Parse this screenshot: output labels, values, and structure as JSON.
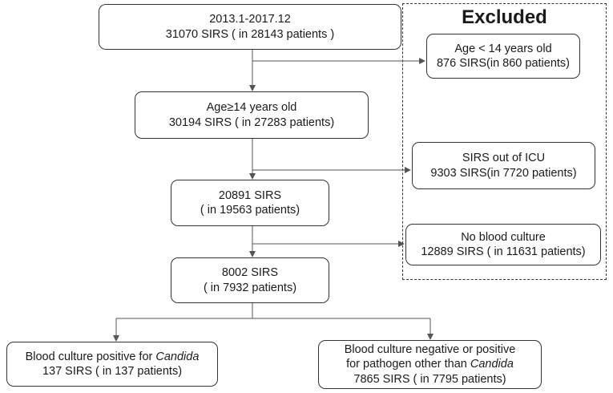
{
  "excluded_title": "Excluded",
  "boxes": {
    "start": [
      "2013.1-2017.12",
      "31070 SIRS ( in 28143 patients )"
    ],
    "age_ge14": [
      "Age≥14 years old",
      "30194 SIRS ( in 27283 patients)"
    ],
    "sirs_20891": [
      "20891 SIRS",
      "( in 19563 patients)"
    ],
    "sirs_8002": [
      "8002 SIRS",
      "( in 7932 patients)"
    ],
    "excl_age": [
      "Age < 14 years old",
      "876 SIRS(in 860 patients)"
    ],
    "excl_icu": [
      "SIRS out of ICU",
      "9303 SIRS(in 7720 patients)"
    ],
    "excl_culture": [
      "No blood culture",
      "12889 SIRS ( in 11631 patients)"
    ],
    "positive": {
      "line1_prefix": "Blood culture positive for ",
      "line1_italic": "Candida",
      "line2": "137 SIRS ( in 137 patients)"
    },
    "negative": {
      "line1": "Blood culture negative or positive",
      "line2_prefix": "for pathogen other than ",
      "line2_italic": "Candida",
      "line3": "7865 SIRS ( in 7795 patients)"
    }
  }
}
